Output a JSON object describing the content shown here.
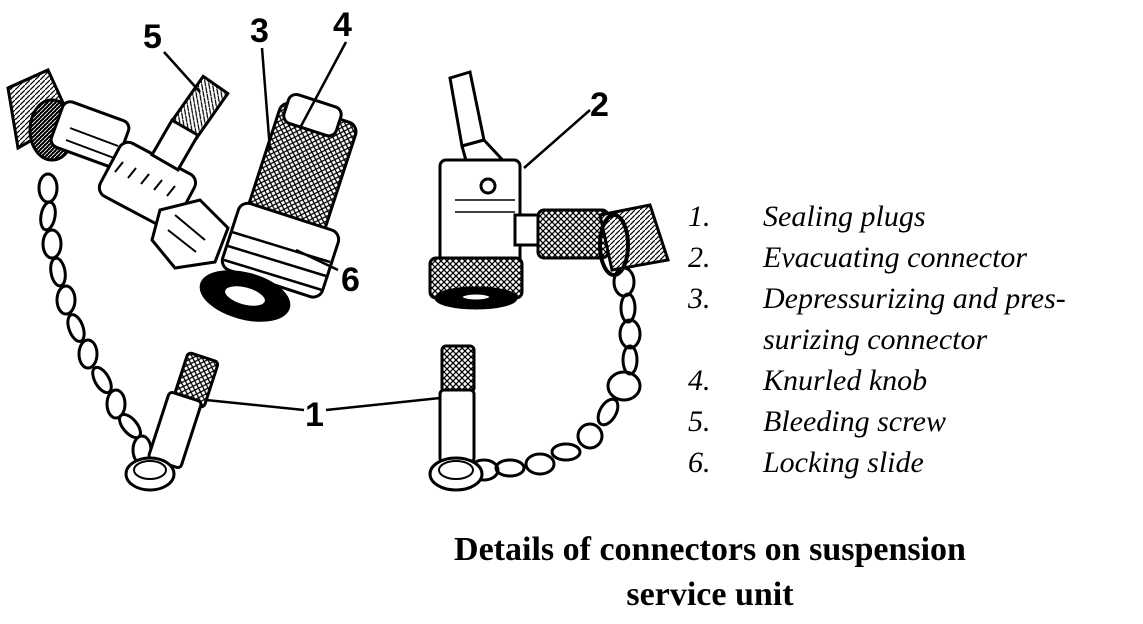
{
  "callouts": {
    "c1": "1",
    "c2": "2",
    "c3": "3",
    "c4": "4",
    "c5": "5",
    "c6": "6"
  },
  "legend": [
    {
      "num": "1.",
      "text": "Sealing plugs"
    },
    {
      "num": "2.",
      "text": "Evacuating connector"
    },
    {
      "num": "3.",
      "text": "Depressurizing and pres-"
    },
    {
      "num": "",
      "text": "surizing connector"
    },
    {
      "num": "4.",
      "text": "Knurled knob"
    },
    {
      "num": "5.",
      "text": "Bleeding screw"
    },
    {
      "num": "6.",
      "text": "Locking slide"
    }
  ],
  "caption": {
    "line1": "Details of connectors on suspension",
    "line2": "service unit"
  }
}
